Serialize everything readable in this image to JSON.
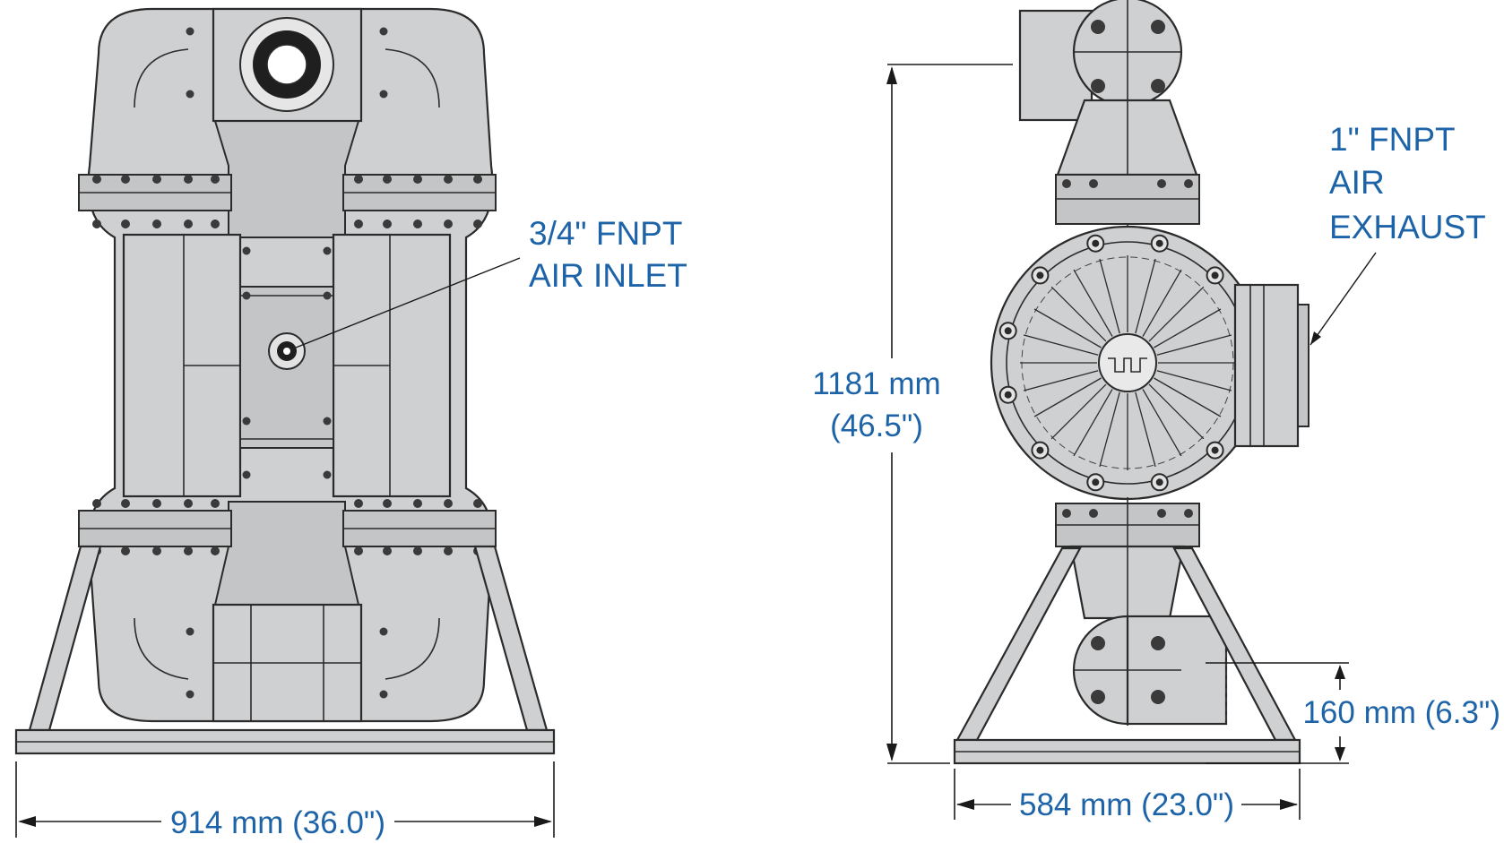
{
  "callouts": {
    "air_inlet": [
      "3/4\" FNPT",
      "AIR INLET"
    ],
    "air_exhaust": [
      "1\" FNPT",
      "AIR",
      "EXHAUST"
    ]
  },
  "dimensions": {
    "front_width": "914 mm (36.0\")",
    "side_height_mm": "1181 mm",
    "side_height_in": "(46.5\")",
    "side_width": "584 mm (23.0\")",
    "outlet_offset": "160 mm (6.3\")"
  },
  "colors": {
    "callout_text": "#1d63a8",
    "pump_body": "#cfd0d2",
    "outline": "#2b2b2b"
  }
}
